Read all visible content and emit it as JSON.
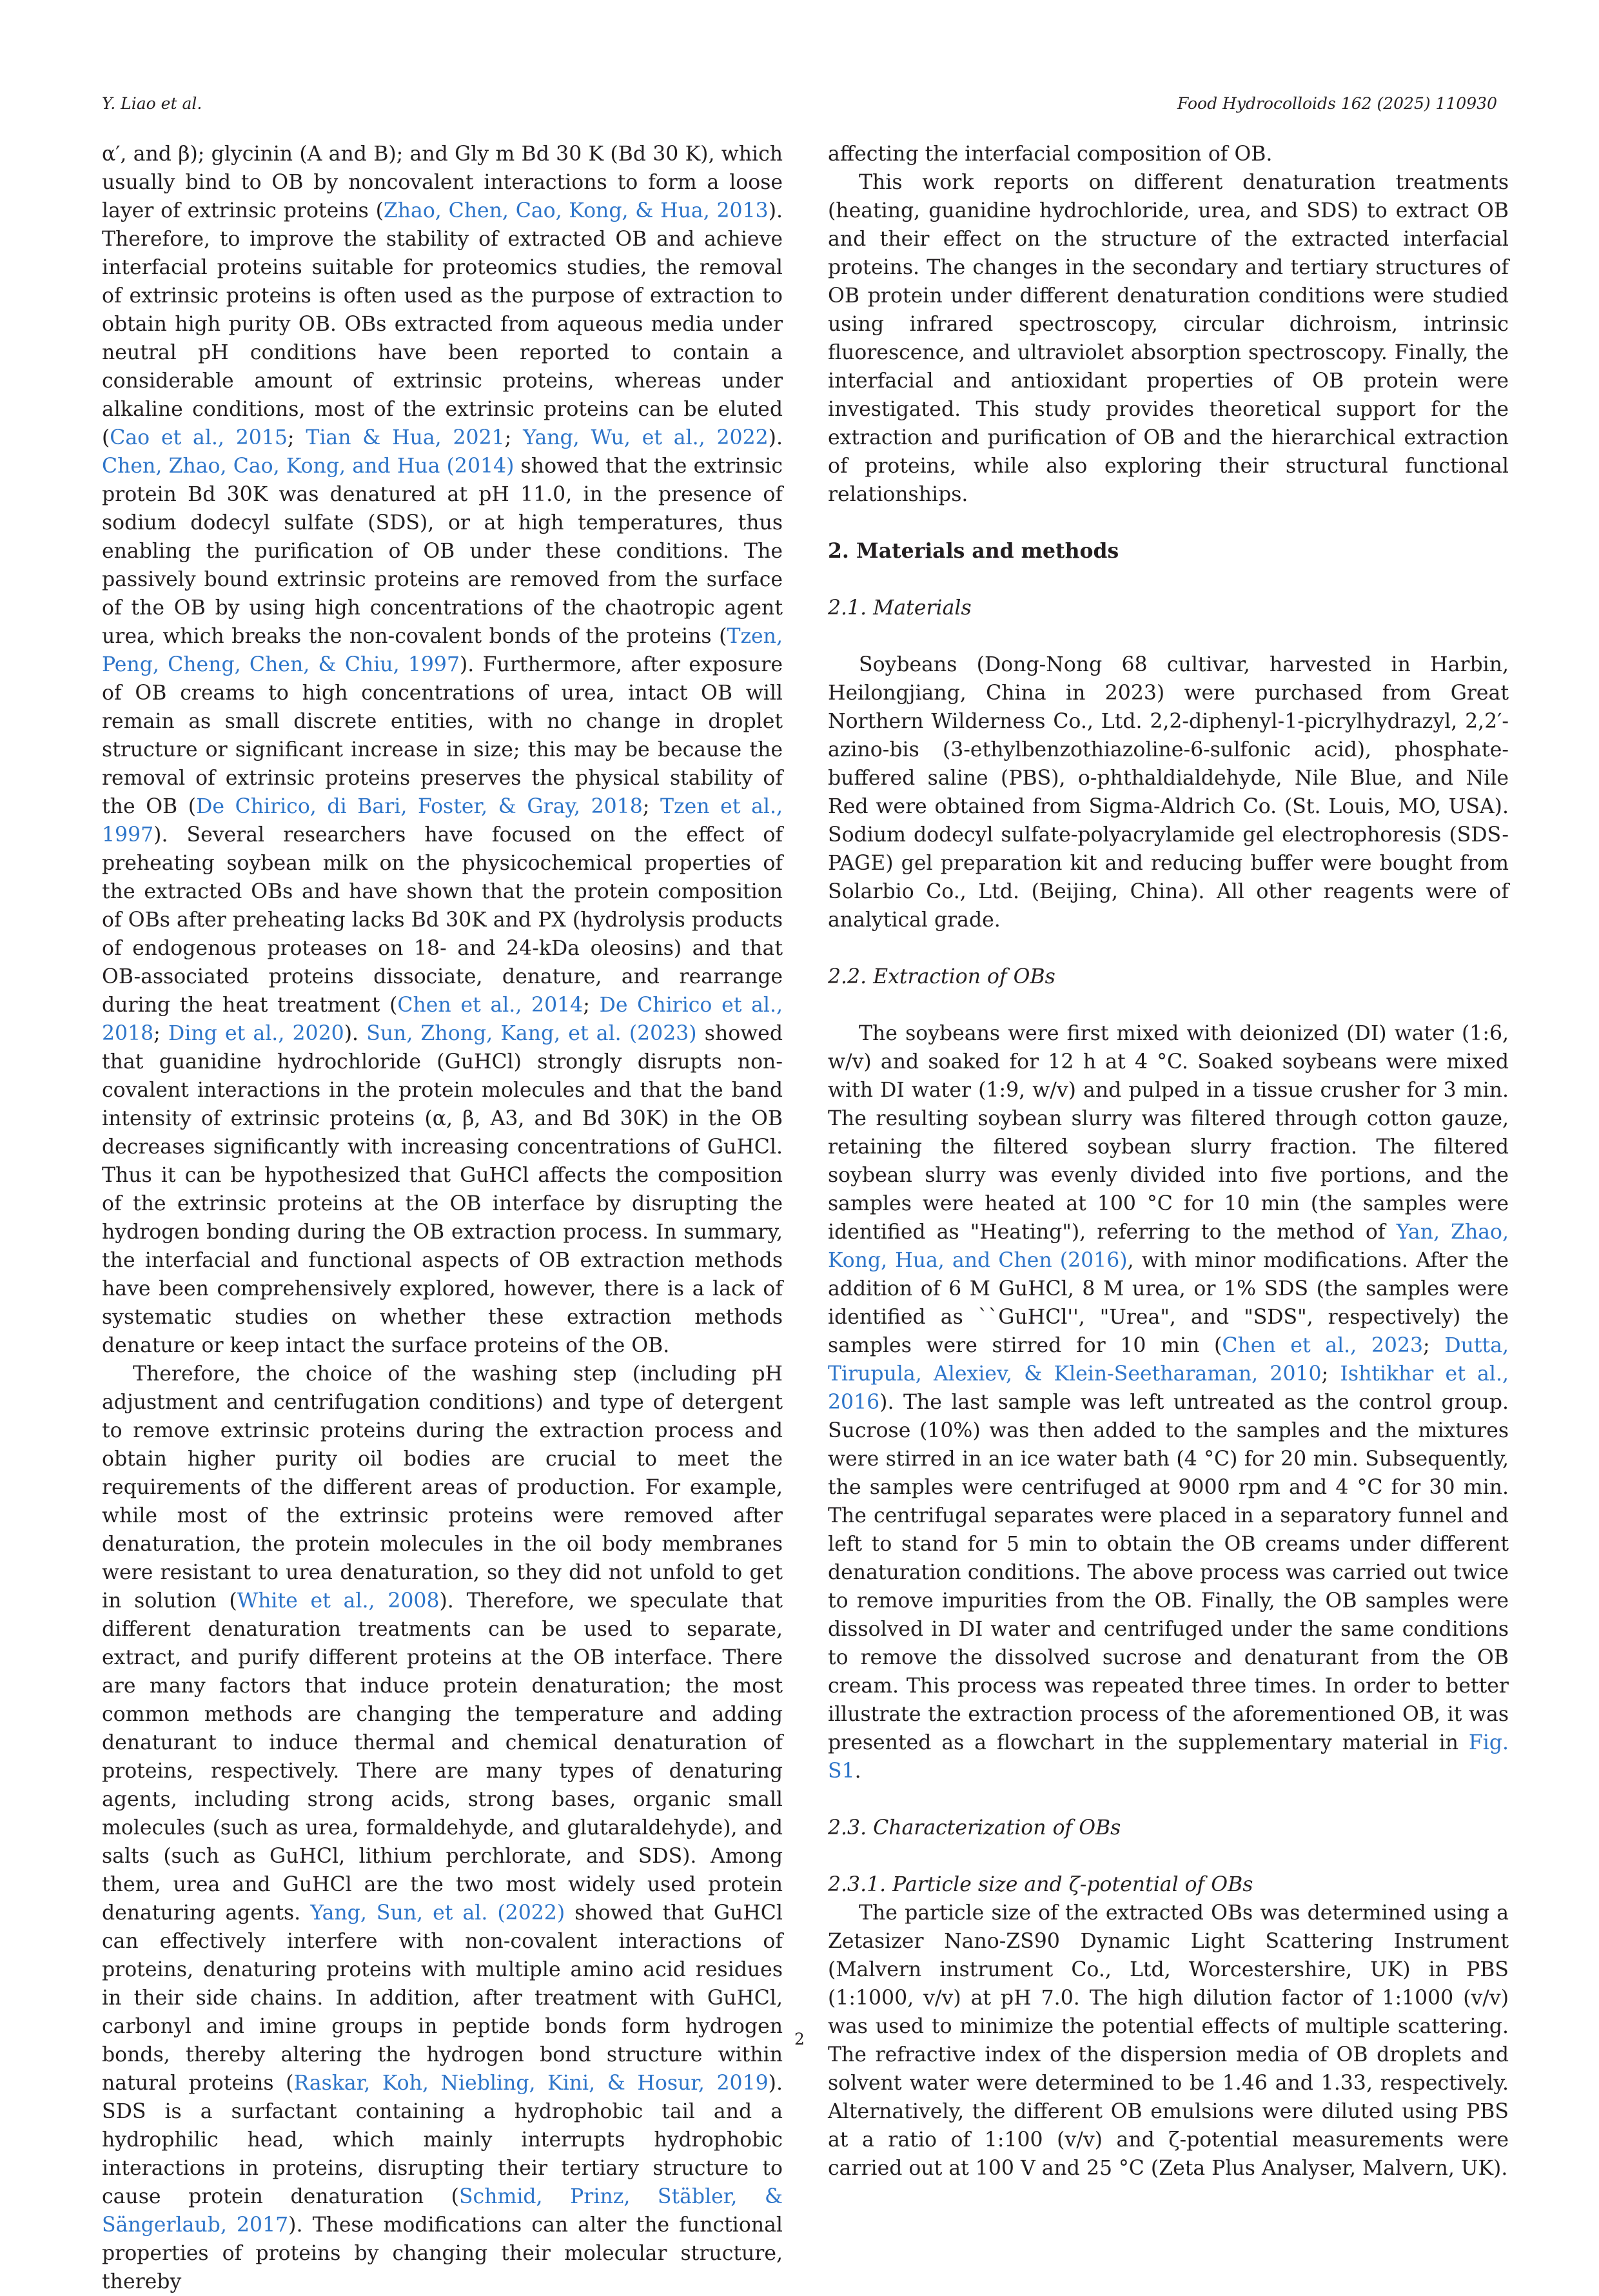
{
  "header": {
    "authors": "Y. Liao et al.",
    "journal": "Food Hydrocolloids 162 (2025) 110930"
  },
  "left_column": {
    "p1": [
      {
        "t": "α′, and β); glycinin (A and B); and Gly m Bd 30 K (Bd 30 K), which usually bind to OB by noncovalent interactions to form a loose layer of extrinsic proteins ("
      },
      {
        "t": "Zhao, Chen, Cao, Kong, & Hua, 2013",
        "c": true
      },
      {
        "t": "). Therefore, to improve the stability of extracted OB and achieve interfacial proteins suitable for proteomics studies, the removal of extrinsic proteins is often used as the purpose of extraction to obtain high purity OB. OBs extracted from aqueous media under neutral pH conditions have been reported to contain a considerable amount of extrinsic proteins, whereas under alkaline conditions, most of the extrinsic proteins can be eluted ("
      },
      {
        "t": "Cao et al., 2015",
        "c": true
      },
      {
        "t": "; "
      },
      {
        "t": "Tian & Hua, 2021",
        "c": true
      },
      {
        "t": "; "
      },
      {
        "t": "Yang, Wu, et al., 2022",
        "c": true
      },
      {
        "t": "). "
      },
      {
        "t": "Chen, Zhao, Cao, Kong, and Hua (2014)",
        "c": true
      },
      {
        "t": " showed that the extrinsic protein Bd 30K was denatured at pH 11.0, in the presence of sodium dodecyl sulfate (SDS), or at high temperatures, thus enabling the purification of OB under these conditions. The passively bound extrinsic proteins are removed from the surface of the OB by using high concentrations of the chaotropic agent urea, which breaks the non-covalent bonds of the proteins ("
      },
      {
        "t": "Tzen, Peng, Cheng, Chen, & Chiu, 1997",
        "c": true
      },
      {
        "t": "). Furthermore, after exposure of OB creams to high concentrations of urea, intact OB will remain as small discrete entities, with no change in droplet structure or significant increase in size; this may be because the removal of extrinsic proteins preserves the physical stability of the OB ("
      },
      {
        "t": "De Chirico, di Bari, Foster, & Gray, 2018",
        "c": true
      },
      {
        "t": "; "
      },
      {
        "t": "Tzen et al., 1997",
        "c": true
      },
      {
        "t": "). Several researchers have focused on the effect of preheating soybean milk on the physicochemical properties of the extracted OBs and have shown that the protein composition of OBs after preheating lacks Bd 30K and PX (hydrolysis products of endogenous proteases on 18- and 24-kDa oleosins) and that OB-associated proteins dissociate, denature, and rearrange during the heat treatment ("
      },
      {
        "t": "Chen et al., 2014",
        "c": true
      },
      {
        "t": "; "
      },
      {
        "t": "De Chirico et al., 2018",
        "c": true
      },
      {
        "t": "; "
      },
      {
        "t": "Ding et al., 2020",
        "c": true
      },
      {
        "t": "). "
      },
      {
        "t": "Sun, Zhong, Kang, et al. (2023)",
        "c": true
      },
      {
        "t": " showed that guanidine hydrochloride (GuHCl) strongly disrupts non-covalent interactions in the protein molecules and that the band intensity of extrinsic proteins (α, β, A3, and Bd 30K) in the OB decreases significantly with increasing concentrations of GuHCl. Thus it can be hypothesized that GuHCl affects the composition of the extrinsic proteins at the OB interface by disrupting the hydrogen bonding during the OB extraction process. In summary, the interfacial and functional aspects of OB extraction methods have been comprehensively explored, however, there is a lack of systematic studies on whether these extraction methods denature or keep intact the surface proteins of the OB."
      }
    ],
    "p2": [
      {
        "t": "Therefore, the choice of the washing step (including pH adjustment and centrifugation conditions) and type of detergent to remove extrinsic proteins during the extraction process and obtain higher purity oil bodies are crucial to meet the requirements of the different areas of production. For example, while most of the extrinsic proteins were removed after denaturation, the protein molecules in the oil body membranes were resistant to urea denaturation, so they did not unfold to get in solution ("
      },
      {
        "t": "White et al., 2008",
        "c": true
      },
      {
        "t": "). Therefore, we speculate that different denaturation treatments can be used to separate, extract, and purify different proteins at the OB interface. There are many factors that induce protein denaturation; the most common methods are changing the temperature and adding denaturant to induce thermal and chemical denaturation of proteins, respectively. There are many types of denaturing agents, including strong acids, strong bases, organic small molecules (such as urea, formaldehyde, and glutaraldehyde), and salts (such as GuHCl, lithium perchlorate, and SDS). Among them, urea and GuHCl are the two most widely used protein denaturing agents. "
      },
      {
        "t": "Yang, Sun, et al. (2022)",
        "c": true
      },
      {
        "t": " showed that GuHCl can effectively interfere with non-covalent interactions of proteins, denaturing proteins with multiple amino acid residues in their side chains. In addition, after treatment with GuHCl, carbonyl and imine groups in peptide bonds form hydrogen bonds, thereby altering the hydrogen bond structure within natural proteins ("
      },
      {
        "t": "Raskar, Koh, Niebling, Kini, & Hosur, 2019",
        "c": true
      },
      {
        "t": "). SDS is a surfactant containing a hydrophobic tail and a hydrophilic head, which mainly interrupts hydrophobic interactions in proteins, disrupting their tertiary structure to cause protein denaturation ("
      },
      {
        "t": "Schmid, Prinz, Stäbler, & Sängerlaub, 2017",
        "c": true
      },
      {
        "t": "). These modifications can alter the functional properties of proteins by changing their molecular structure, thereby"
      }
    ]
  },
  "right_column": {
    "p0": "affecting the interfacial composition of OB.",
    "p1": "This work reports on different denaturation treatments (heating, guanidine hydrochloride, urea, and SDS) to extract OB and their effect on the structure of the extracted interfacial proteins. The changes in the secondary and tertiary structures of OB protein under different denaturation conditions were studied using infrared spectroscopy, circular dichroism, intrinsic fluorescence, and ultraviolet absorption spectroscopy. Finally, the interfacial and antioxidant properties of OB protein were investigated. This study provides theoretical support for the extraction and purification of OB and the hierarchical extraction of proteins, while also exploring their structural functional relationships.",
    "section2": "2. Materials and methods",
    "section21": "2.1. Materials",
    "p_materials": "Soybeans (Dong-Nong 68 cultivar, harvested in Harbin, Heilongjiang, China in 2023) were purchased from Great Northern Wilderness Co., Ltd. 2,2-diphenyl-1-picrylhydrazyl, 2,2′-azino-bis (3-ethylbenzothiazoline-6-sulfonic acid), phosphate-buffered saline (PBS), o-phthaldialdehyde, Nile Blue, and Nile Red were obtained from Sigma-Aldrich Co. (St. Louis, MO, USA). Sodium dodecyl sulfate-polyacrylamide gel electrophoresis (SDS-PAGE) gel preparation kit and reducing buffer were bought from Solarbio Co., Ltd. (Beijing, China). All other reagents were of analytical grade.",
    "section22": "2.2. Extraction of OBs",
    "p_extraction": [
      {
        "t": "The soybeans were first mixed with deionized (DI) water (1:6, w/v) and soaked for 12 h at 4 °C. Soaked soybeans were mixed with DI water (1:9, w/v) and pulped in a tissue crusher for 3 min. The resulting soybean slurry was filtered through cotton gauze, retaining the filtered soybean slurry fraction. The filtered soybean slurry was evenly divided into five portions, and the samples were heated at 100 °C for 10 min (the samples were identified as \"Heating\"), referring to the method of "
      },
      {
        "t": "Yan, Zhao, Kong, Hua, and Chen (2016)",
        "c": true
      },
      {
        "t": ", with minor modifications. After the addition of 6 M GuHCl, 8 M urea, or 1% SDS (the samples were identified as ``GuHCl'', \"Urea\", and \"SDS\", respectively) the samples were stirred for 10 min ("
      },
      {
        "t": "Chen et al., 2023",
        "c": true
      },
      {
        "t": "; "
      },
      {
        "t": "Dutta, Tirupula, Alexiev, & Klein-Seetharaman, 2010",
        "c": true
      },
      {
        "t": "; "
      },
      {
        "t": "Ishtikhar et al., 2016",
        "c": true
      },
      {
        "t": "). The last sample was left untreated as the control group. Sucrose (10%) was then added to the samples and the mixtures were stirred in an ice water bath (4 °C) for 20 min. Subsequently, the samples were centrifuged at 9000 rpm and 4 °C for 30 min. The centrifugal separates were placed in a separatory funnel and left to stand for 5 min to obtain the OB creams under different denaturation conditions. The above process was carried out twice to remove impurities from the OB. Finally, the OB samples were dissolved in DI water and centrifuged under the same conditions to remove the dissolved sucrose and denaturant from the OB cream. This process was repeated three times. In order to better illustrate the extraction process of the aforementioned OB, it was presented as a flowchart in the supplementary material in "
      },
      {
        "t": "Fig. S1",
        "c": true
      },
      {
        "t": "."
      }
    ],
    "section23": "2.3. Characterization of OBs",
    "section231": "2.3.1. Particle size and ζ-potential of OBs",
    "p_particle": "The particle size of the extracted OBs was determined using a Zetasizer Nano-ZS90 Dynamic Light Scattering Instrument (Malvern instrument Co., Ltd, Worcestershire, UK) in PBS (1:1000, v/v) at pH 7.0. The high dilution factor of 1:1000 (v/v) was used to minimize the potential effects of multiple scattering. The refractive index of the dispersion media of OB droplets and solvent water were determined to be 1.46 and 1.33, respectively. Alternatively, the different OB emulsions were diluted using PBS at a ratio of 1:100 (v/v) and ζ-potential measurements were carried out at 100 V and 25 °C (Zeta Plus Analyser, Malvern, UK)."
  },
  "footer": {
    "page_number": "2"
  },
  "colors": {
    "text": "#231f20",
    "citation_link": "#2e75c9"
  }
}
